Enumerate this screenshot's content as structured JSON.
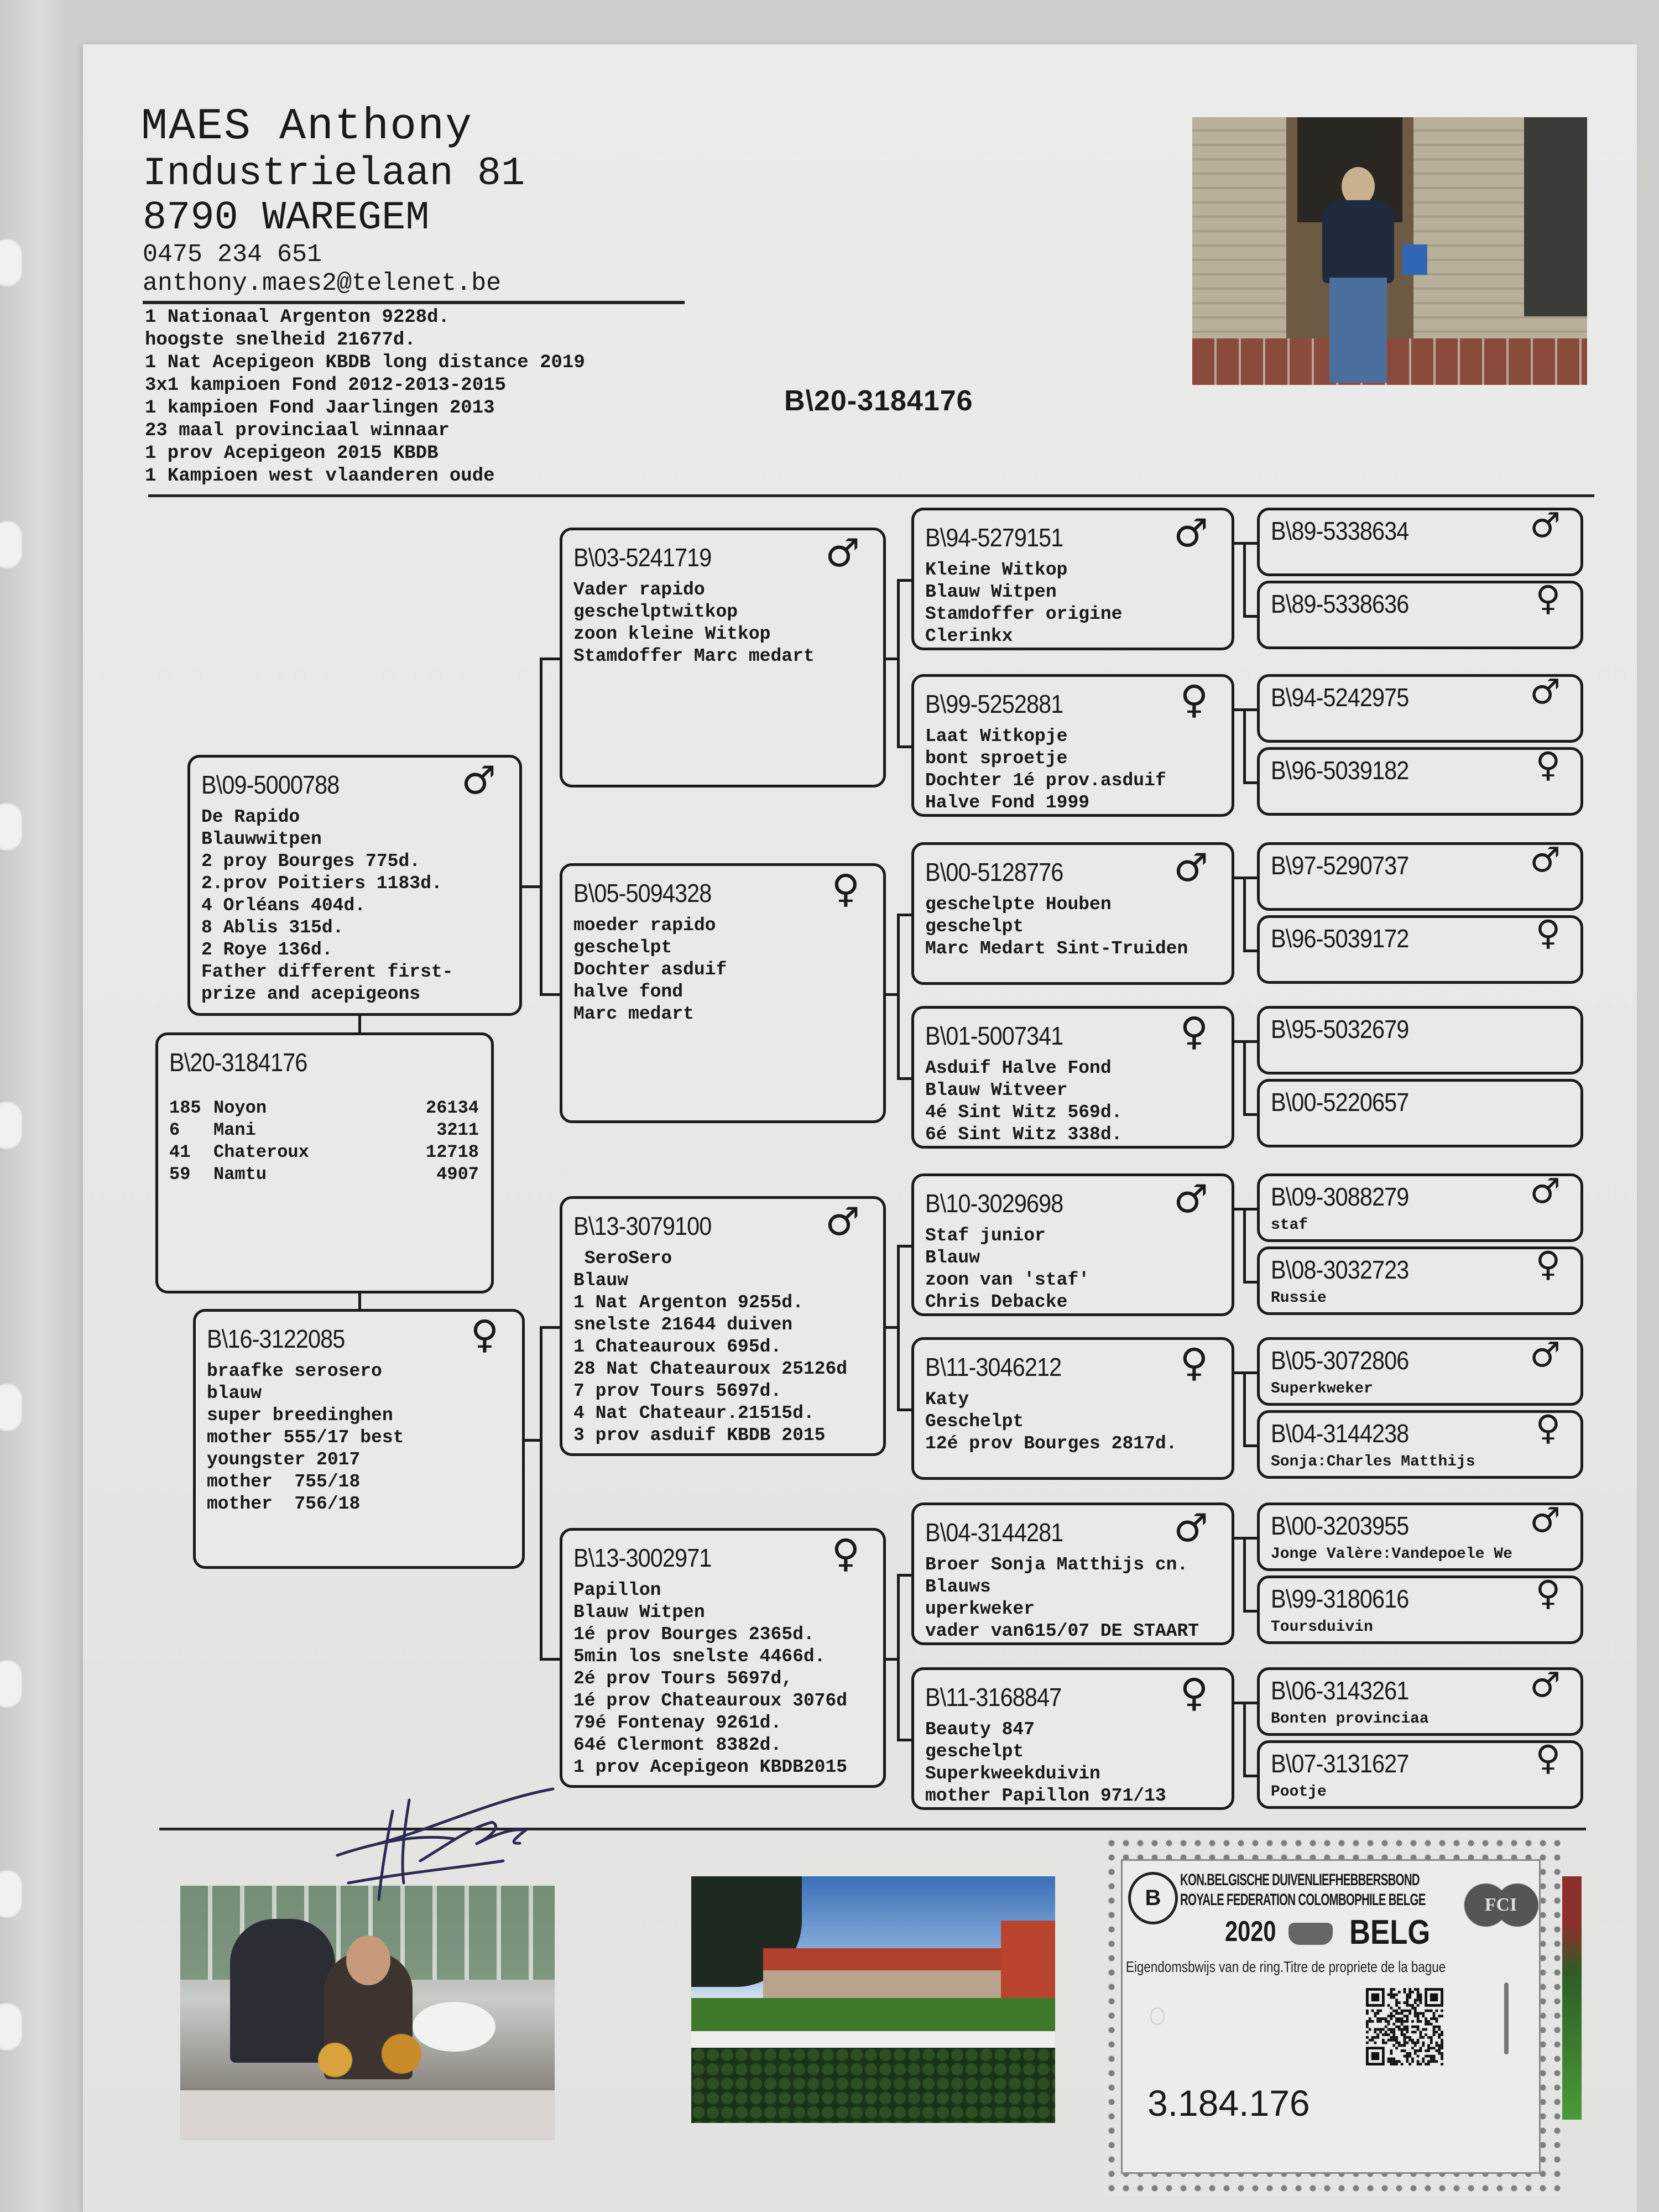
{
  "header": {
    "name": "MAES Anthony",
    "street": "Industrielaan 81",
    "city": "8790 WAREGEM",
    "phone": "0475 234 651",
    "email": "anthony.maes2@telenet.be",
    "achievements": [
      "1 Nationaal Argenton 9228d.",
      "hoogste snelheid 21677d.",
      "1 Nat Acepigeon KBDB long distance 2019",
      "3x1 kampioen Fond 2012-2013-2015",
      "1 kampioen Fond Jaarlingen 2013",
      "23 maal provinciaal winnaar",
      "1 prov Acepigeon 2015 KBDB",
      "1 Kampioen west vlaanderen oude"
    ]
  },
  "pedigree_ring": "B\\20-3184176",
  "subject": {
    "ring": "B\\20-3184176",
    "results": [
      {
        "place": "185",
        "race": "Noyon",
        "count": "26134"
      },
      {
        "place": "6",
        "race": "Mani",
        "count": "3211"
      },
      {
        "place": "41",
        "race": "Chateroux",
        "count": "12718"
      },
      {
        "place": "59",
        "race": "Namtu",
        "count": "4907"
      }
    ]
  },
  "parents": [
    {
      "ring": "B\\09-5000788",
      "sex": "male",
      "lines": [
        "De Rapido",
        "Blauwwitpen",
        "2 proy Bourges 775d.",
        "2.prov Poitiers 1183d.",
        "4 Orléans 404d.",
        "8 Ablis 315d.",
        "2 Roye 136d.",
        "Father different first-",
        "prize and acepigeons"
      ]
    },
    {
      "ring": "B\\16-3122085",
      "sex": "female",
      "lines": [
        "braafke serosero",
        "blauw",
        "super breedinghen",
        "mother 555/17 best",
        "youngster 2017",
        "mother  755/18",
        "mother  756/18"
      ]
    }
  ],
  "grandparents": [
    {
      "ring": "B\\03-5241719",
      "sex": "male",
      "lines": [
        "Vader rapido",
        "geschelptwitkop",
        "zoon kleine Witkop",
        "Stamdoffer Marc medart"
      ]
    },
    {
      "ring": "B\\05-5094328",
      "sex": "female",
      "lines": [
        "moeder rapido",
        "geschelpt",
        "Dochter asduif",
        "halve fond",
        "Marc medart"
      ]
    },
    {
      "ring": "B\\13-3079100",
      "sex": "male",
      "lines": [
        " SeroSero",
        "Blauw",
        "1 Nat Argenton 9255d.",
        "snelste 21644 duiven",
        "1 Chateauroux 695d.",
        "28 Nat Chateauroux 25126d",
        "7 prov Tours 5697d.",
        "4 Nat Chateaur.21515d.",
        "3 prov asduif KBDB 2015"
      ]
    },
    {
      "ring": "B\\13-3002971",
      "sex": "female",
      "lines": [
        "Papillon",
        "Blauw Witpen",
        "1é prov Bourges 2365d.",
        "5min los snelste 4466d.",
        "2é prov Tours 5697d,",
        "1é prov Chateauroux 3076d",
        "79é Fontenay 9261d.",
        "64é Clermont 8382d.",
        "1 prov Acepigeon KBDB2015"
      ]
    }
  ],
  "great_grandparents": [
    {
      "ring": "B\\94-5279151",
      "sex": "male",
      "lines": [
        "Kleine Witkop",
        "Blauw Witpen",
        "Stamdoffer origine",
        "Clerinkx"
      ]
    },
    {
      "ring": "B\\99-5252881",
      "sex": "female",
      "lines": [
        "Laat Witkopje",
        "bont sproetje",
        "Dochter 1é prov.asduif",
        "Halve Fond 1999"
      ]
    },
    {
      "ring": "B\\00-5128776",
      "sex": "male",
      "lines": [
        "geschelpte Houben",
        "geschelpt",
        "Marc Medart Sint-Truiden"
      ]
    },
    {
      "ring": "B\\01-5007341",
      "sex": "female",
      "lines": [
        "Asduif Halve Fond",
        "Blauw Witveer",
        "4é Sint Witz 569d.",
        "6é Sint Witz 338d."
      ]
    },
    {
      "ring": "B\\10-3029698",
      "sex": "male",
      "lines": [
        "Staf junior",
        "Blauw",
        "zoon van 'staf'",
        "Chris Debacke"
      ]
    },
    {
      "ring": "B\\11-3046212",
      "sex": "female",
      "lines": [
        "Katy",
        "Geschelpt",
        "12é prov Bourges 2817d."
      ]
    },
    {
      "ring": "B\\04-3144281",
      "sex": "male",
      "lines": [
        "Broer Sonja Matthijs cn.",
        "Blauws",
        "uperkweker",
        "vader van615/07 DE STAART"
      ]
    },
    {
      "ring": "B\\11-3168847",
      "sex": "female",
      "lines": [
        "Beauty 847",
        "geschelpt",
        "Superkweekduivin",
        "mother Papillon 971/13"
      ]
    }
  ],
  "gen4": [
    {
      "ring": "B\\89-5338634",
      "sex": "male",
      "lines": []
    },
    {
      "ring": "B\\89-5338636",
      "sex": "female",
      "lines": []
    },
    {
      "ring": "B\\94-5242975",
      "sex": "male",
      "lines": []
    },
    {
      "ring": "B\\96-5039182",
      "sex": "female",
      "lines": []
    },
    {
      "ring": "B\\97-5290737",
      "sex": "male",
      "lines": []
    },
    {
      "ring": "B\\96-5039172",
      "sex": "female",
      "lines": []
    },
    {
      "ring": "B\\95-5032679",
      "sex": "",
      "lines": []
    },
    {
      "ring": "B\\00-5220657",
      "sex": "",
      "lines": []
    },
    {
      "ring": "B\\09-3088279",
      "sex": "male",
      "lines": [
        "staf"
      ]
    },
    {
      "ring": "B\\08-3032723",
      "sex": "female",
      "lines": [
        "Russie"
      ]
    },
    {
      "ring": "B\\05-3072806",
      "sex": "male",
      "lines": [
        "Superkweker"
      ]
    },
    {
      "ring": "B\\04-3144238",
      "sex": "female",
      "lines": [
        "Sonja:Charles Matthijs"
      ]
    },
    {
      "ring": "B\\00-3203955",
      "sex": "male",
      "lines": [
        "Jonge Valère:Vandepoele We"
      ]
    },
    {
      "ring": "B\\99-3180616",
      "sex": "female",
      "lines": [
        "Toursduivin"
      ]
    },
    {
      "ring": "B\\06-3143261",
      "sex": "male",
      "lines": [
        "Bonten provinciaa"
      ]
    },
    {
      "ring": "B\\07-3131627",
      "sex": "female",
      "lines": [
        "Pootje"
      ]
    }
  ],
  "certificate": {
    "org_nl": "KON.BELGISCHE DUIVENLIEFHEBBERSBOND",
    "org_fr": "ROYALE FEDERATION COLOMBOPHILE BELGE",
    "year": "2020",
    "country": "BELG",
    "title": "Eigendomsbwijs van de ring.Titre de propriete de la bague",
    "number": "3.184.176",
    "logo_left_letter": "B",
    "logo_right_letters": "FCI"
  },
  "colors": {
    "ink": "#1b1b1b",
    "paper": "#e9e9e8",
    "sleeve": "#cfcfcc"
  }
}
